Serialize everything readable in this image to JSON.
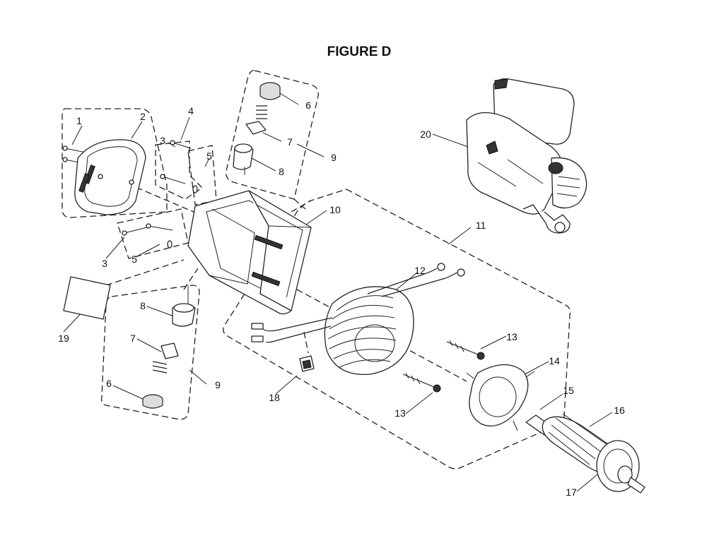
{
  "title": "FIGURE D",
  "callouts": {
    "c1": "1",
    "c2": "2",
    "c3a": "3",
    "c3b": "3",
    "c4": "4",
    "c5a": "5",
    "c5b": "5",
    "c6a": "6",
    "c6b": "6",
    "c7a": "7",
    "c7b": "7",
    "c8a": "8",
    "c8b": "8",
    "c9a": "9",
    "c9b": "9",
    "c10": "10",
    "c11": "11",
    "c12": "12",
    "c13a": "13",
    "c13b": "13",
    "c14": "14",
    "c15": "15",
    "c16": "16",
    "c17": "17",
    "c18": "18",
    "c19": "19",
    "c20": "20"
  },
  "parts": {
    "screw": "screw-icon",
    "brush_cap": "brush-cap-icon",
    "brush_spring": "spring-icon",
    "carbon_brush": "carbon-brush-icon",
    "brush_holder": "brush-holder-icon",
    "housing": "motor-housing-icon",
    "field_coil": "field-coil-icon",
    "baffle": "baffle-icon",
    "armature": "armature-icon",
    "tool": "power-tool-icon",
    "label": "label-plate-icon"
  }
}
